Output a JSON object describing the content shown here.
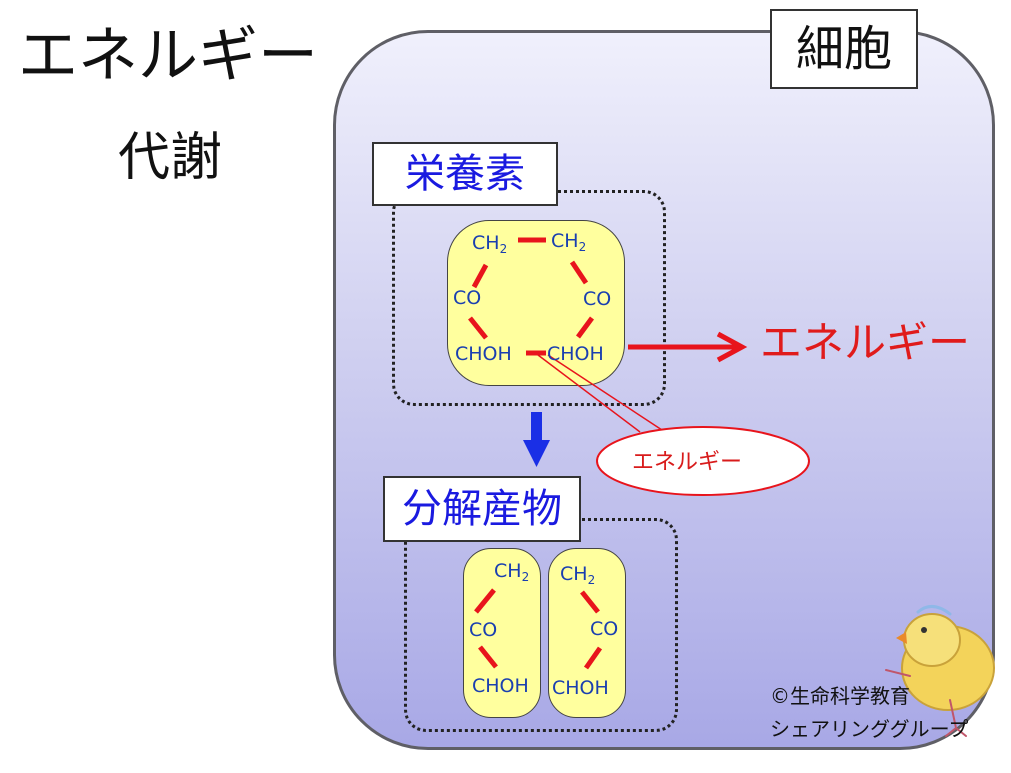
{
  "title": {
    "line1": "エネルギー",
    "line2": "代謝"
  },
  "cell": {
    "label": "細胞"
  },
  "nutrient": {
    "label": "栄養素",
    "molecule": {
      "ch2_left": "CH",
      "ch2_right": "CH",
      "subscript": "2",
      "co_left": "CO",
      "co_right": "CO",
      "choh_left": "CHOH",
      "choh_right": "CHOH"
    }
  },
  "energy": {
    "output_label": "エネルギー",
    "bond_label": "エネルギー"
  },
  "products": {
    "label": "分解産物",
    "left": {
      "ch2": "CH",
      "subscript": "2",
      "co": "CO",
      "choh": "CHOH"
    },
    "right": {
      "ch2": "CH",
      "subscript": "2",
      "co": "CO",
      "choh": "CHOH"
    }
  },
  "copyright": {
    "line1": "©生命科学教育",
    "line2": "シェアリンググループ"
  },
  "colors": {
    "bond": "#e8141c",
    "chem_text": "#1a3fb0",
    "label_blue": "#1a1ae0",
    "down_arrow": "#1a2fe6",
    "molecule_fill": "#ffff9e"
  }
}
